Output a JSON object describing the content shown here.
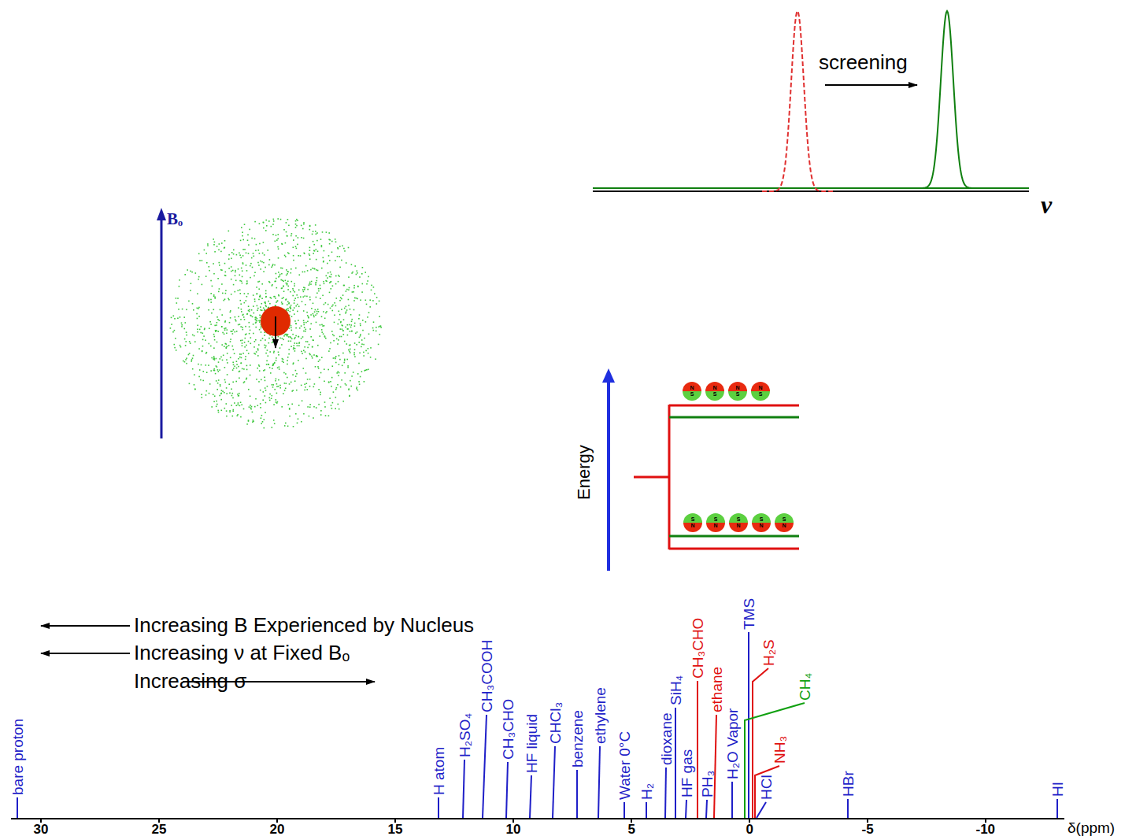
{
  "diagram": {
    "nodes": [
      {
        "text": [
          "N",
          "S"
        ]
      },
      {
        "text": [
          "N",
          "S"
        ]
      },
      {
        "text": [
          "N",
          "S"
        ]
      },
      {
        "text": [
          "N",
          "S"
        ]
      },
      {
        "text": [
          "S",
          "N"
        ]
      },
      {
        "text": [
          "S",
          "N"
        ]
      },
      {
        "text": [
          "S",
          "N"
        ]
      },
      {
        "text": [
          "S",
          "N"
        ]
      },
      {
        "text": [
          "S",
          "N"
        ]
      }
    ],
    "labels": [
      "screening",
      "ν",
      "Bₒ",
      "Energy",
      "Increasing B Experienced by Nucleus",
      "Increasing ν at Fixed Bₒ",
      "Increasing σ",
      "bare proton",
      "H atom",
      "H₂SO₄",
      "CH₃COOH",
      "CH₃CHO",
      "HF liquid",
      "CHCl₃",
      "benzene",
      "ethylene",
      "Water 0°C",
      "H₂",
      "dioxane",
      "SiH₄",
      "HF gas",
      "CH₃CHO",
      "PH₃",
      "ethane",
      "H₂O Vapor",
      "TMS",
      "H₂S",
      "CH₄",
      "HCl",
      "NH₃",
      "HBr",
      "HI",
      "30",
      "25",
      "20",
      "15",
      "10",
      "5",
      "0",
      "-5",
      "-10",
      "δ(ppm)"
    ]
  }
}
